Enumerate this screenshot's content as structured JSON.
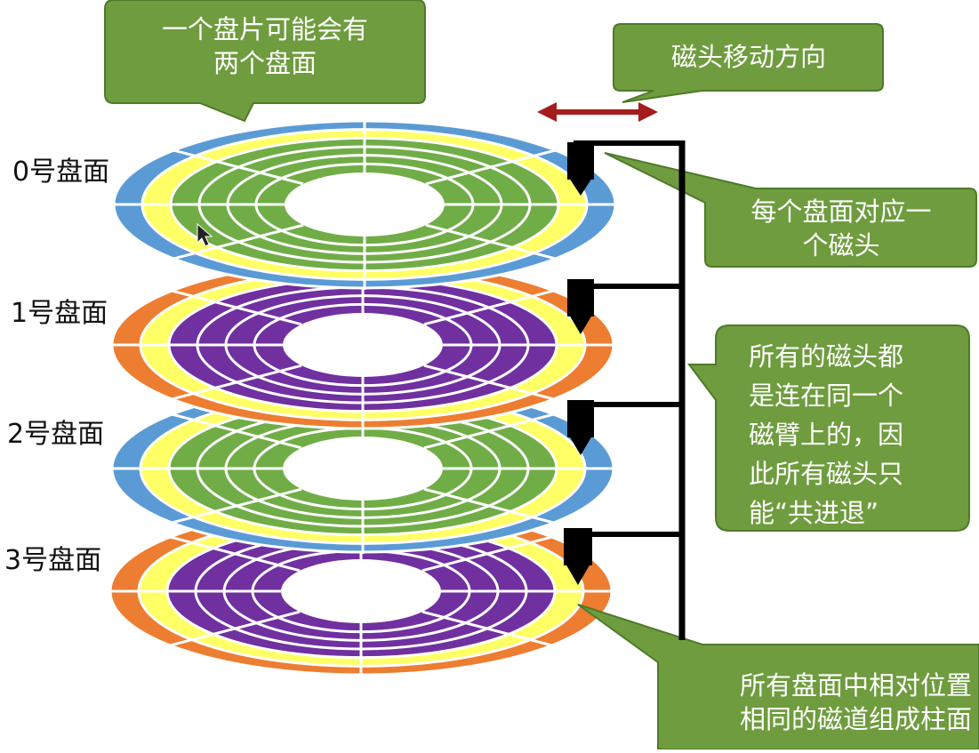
{
  "platter_labels": [
    "0号盘面",
    "1号盘面",
    "2号盘面",
    "3号盘面"
  ],
  "callouts": {
    "two_surfaces": "一个盘片可能会有\n两个盘面",
    "head_direction": "磁头移动方向",
    "one_head_per_surface": "每个盘面对应一\n个磁头",
    "same_arm": "所有的磁头都\n是连在同一个\n磁臂上的，因\n此所有磁头只\n能“共进退”",
    "cylinder": "所有盘面中相对位置\n相同的磁道组成柱面"
  },
  "colors": {
    "callout_fill": "#6f9c3e",
    "callout_border": "#4e7a2a",
    "blue": "#5b9bd5",
    "yellow": "#ffff66",
    "green": "#70ad47",
    "orange": "#ed7d31",
    "purple": "#7030a0",
    "arrow_red": "#a51c1c",
    "arm": "#000000"
  },
  "platters": [
    {
      "name": "0号盘面",
      "scheme": [
        "blue",
        "yellow",
        "green",
        "green",
        "green",
        "green"
      ]
    },
    {
      "name": "1号盘面",
      "scheme": [
        "orange",
        "yellow",
        "purple",
        "purple",
        "purple",
        "purple"
      ]
    },
    {
      "name": "2号盘面",
      "scheme": [
        "blue",
        "yellow",
        "green",
        "green",
        "green",
        "green"
      ]
    },
    {
      "name": "3号盘面",
      "scheme": [
        "orange",
        "yellow",
        "purple",
        "purple",
        "purple",
        "purple"
      ]
    }
  ]
}
